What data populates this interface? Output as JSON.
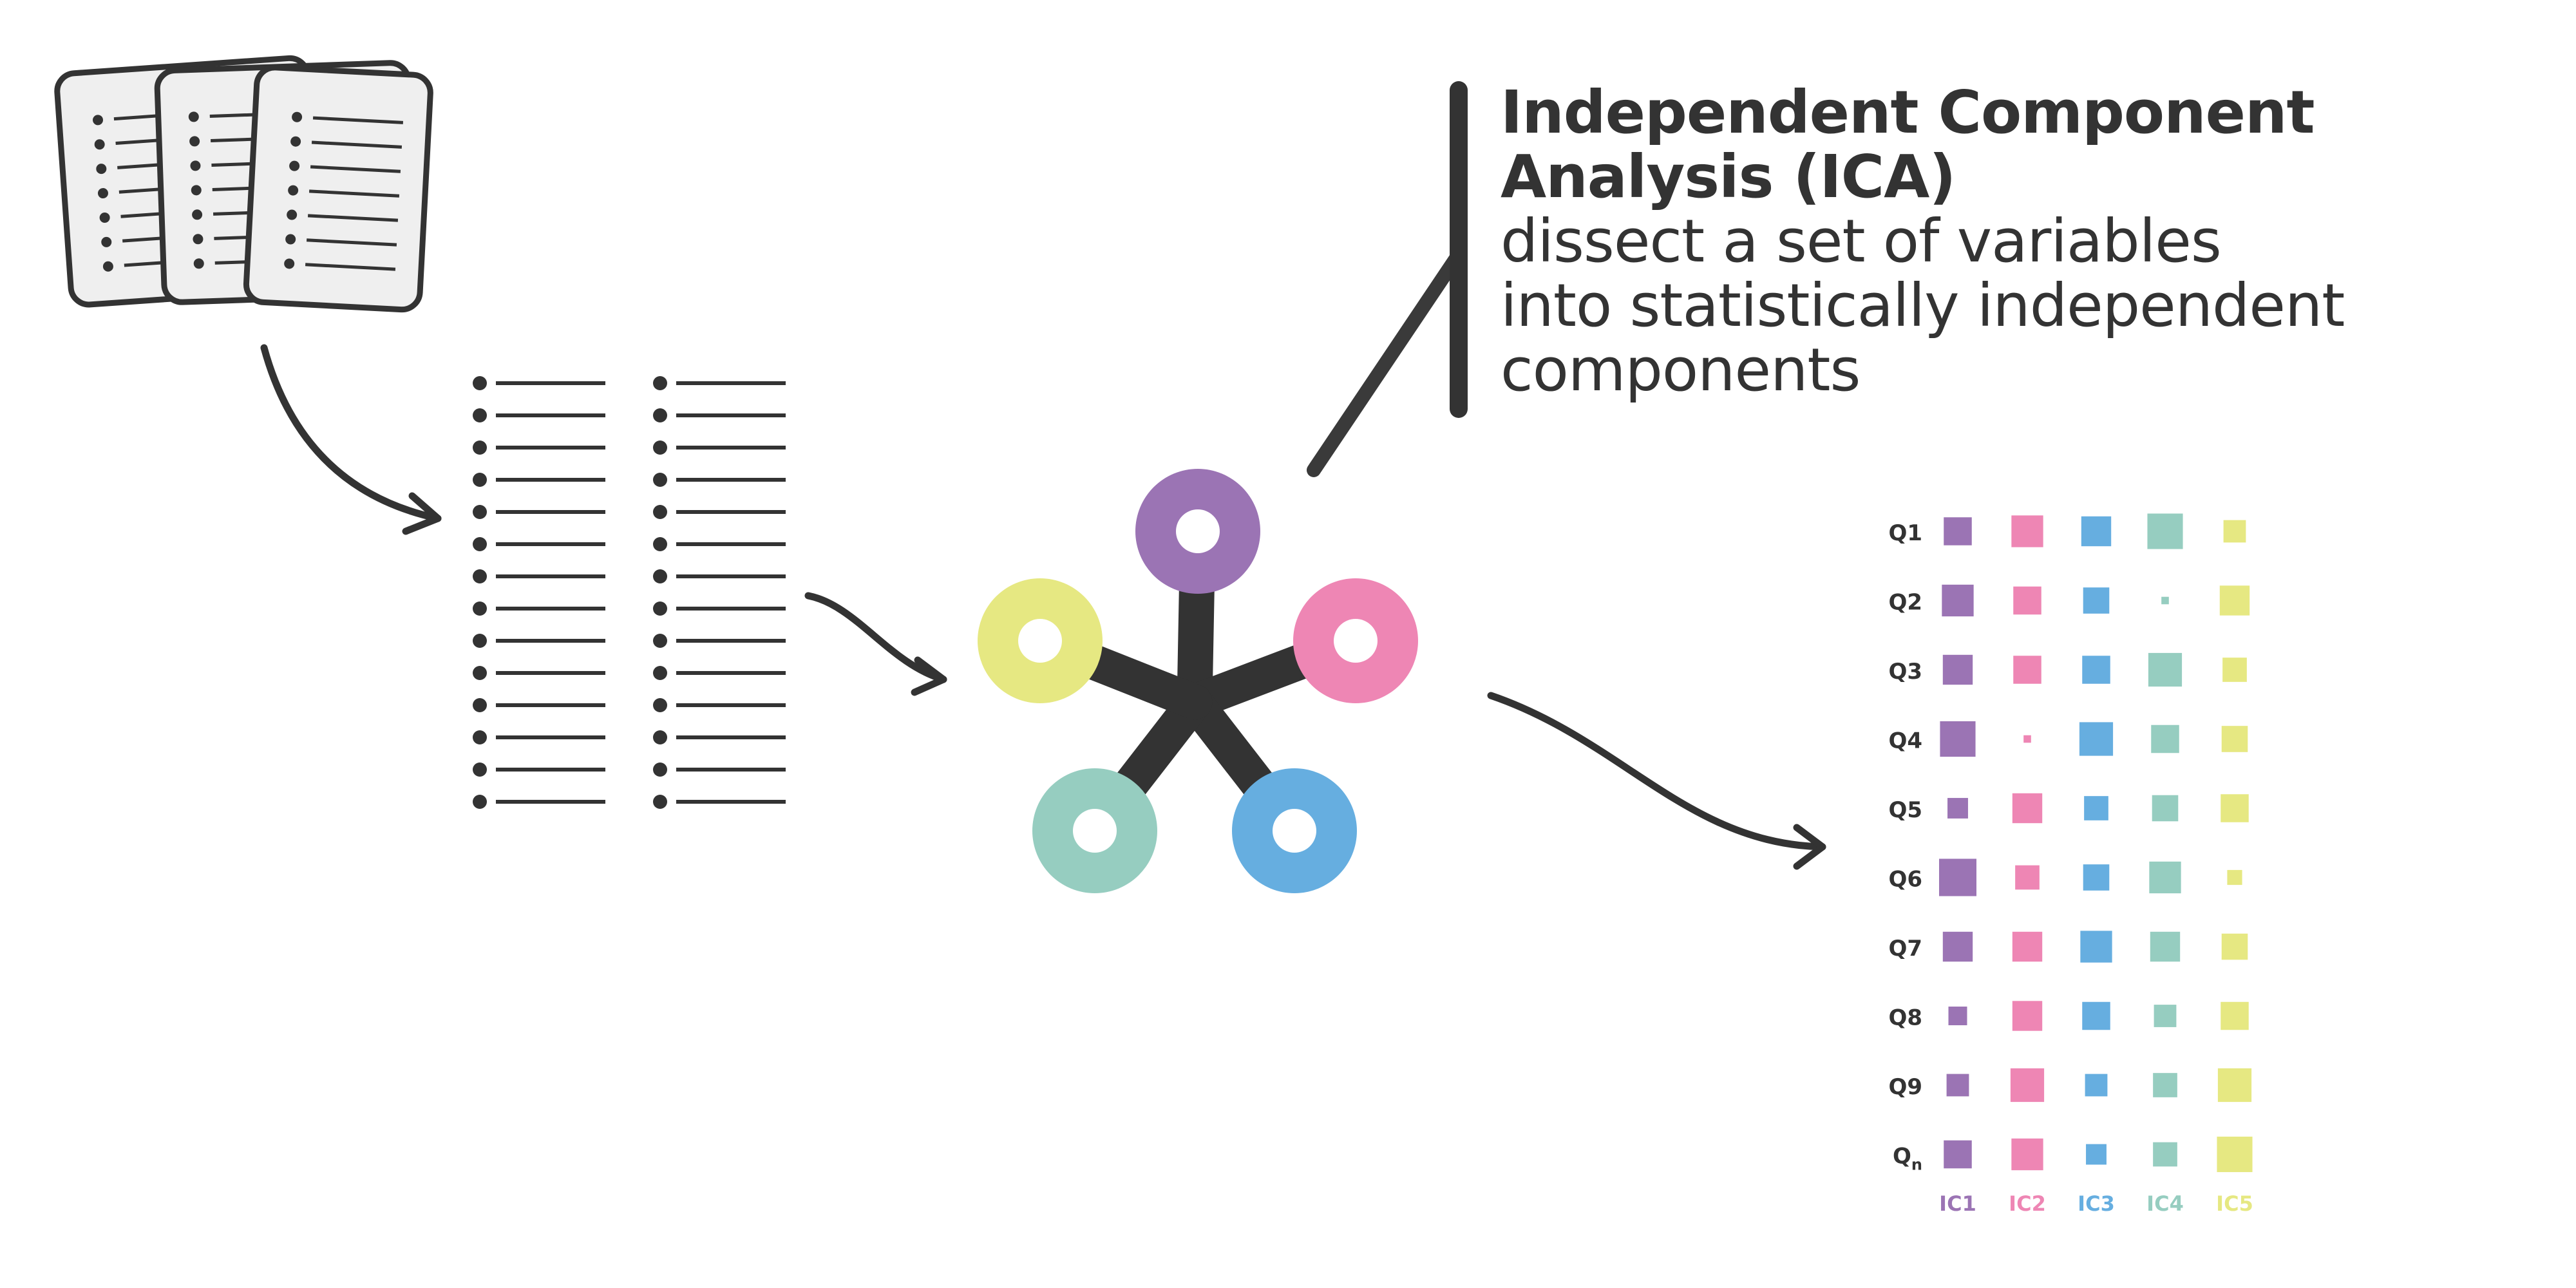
{
  "title": {
    "line1": "Independent Component",
    "line2": "Analysis (ICA)",
    "desc1": "dissect a set of variables",
    "desc2": "into statistically independent",
    "desc3": "components"
  },
  "colors": {
    "ink": "#333333",
    "ic1": "#9b74b4",
    "ic2": "#ee86b4",
    "ic3": "#66aee0",
    "ic4": "#96cdc0",
    "ic5": "#e6e882",
    "paper": "#efefef"
  },
  "icons": {
    "documents": "document-stack-icon",
    "list": "bullet-list-icon",
    "ica": "ica-component-hub-icon"
  },
  "matrix": {
    "row_labels": [
      "Q1",
      "Q2",
      "Q3",
      "Q4",
      "Q5",
      "Q6",
      "Q7",
      "Q8",
      "Q9",
      "Q"
    ],
    "last_row_subscript": "n",
    "column_labels": [
      "IC1",
      "IC2",
      "IC3",
      "IC4",
      "IC5"
    ],
    "weights": [
      [
        0.75,
        0.85,
        0.8,
        0.95,
        0.6
      ],
      [
        0.85,
        0.75,
        0.7,
        0.2,
        0.8
      ],
      [
        0.8,
        0.75,
        0.75,
        0.9,
        0.65
      ],
      [
        0.95,
        0.2,
        0.9,
        0.75,
        0.7
      ],
      [
        0.55,
        0.8,
        0.65,
        0.7,
        0.75
      ],
      [
        1.0,
        0.65,
        0.7,
        0.85,
        0.4
      ],
      [
        0.8,
        0.8,
        0.85,
        0.8,
        0.7
      ],
      [
        0.5,
        0.8,
        0.75,
        0.6,
        0.75
      ],
      [
        0.6,
        0.9,
        0.6,
        0.65,
        0.9
      ],
      [
        0.75,
        0.85,
        0.55,
        0.65,
        0.95
      ]
    ]
  }
}
